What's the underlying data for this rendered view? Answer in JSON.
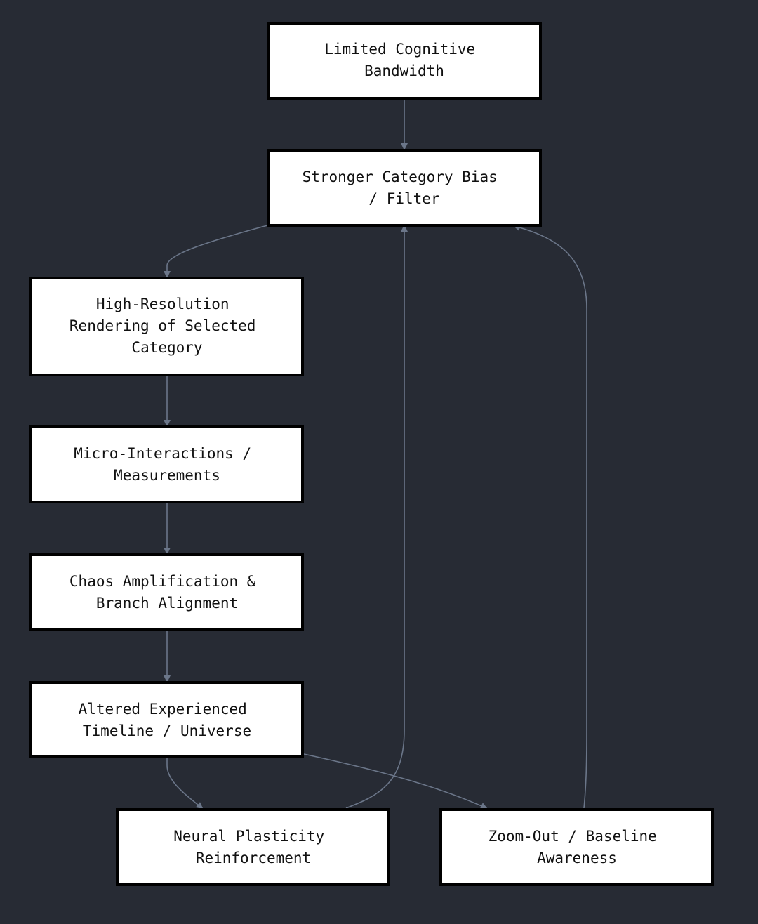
{
  "colors": {
    "background": "#272b34",
    "node_fill": "#ffffff",
    "node_border": "#000000",
    "edge": "#6b7689"
  },
  "nodes": [
    {
      "id": "limited",
      "lines": [
        "Limited Cognitive",
        "Bandwidth"
      ]
    },
    {
      "id": "bias",
      "lines": [
        "Stronger Category Bias",
        "/ Filter"
      ]
    },
    {
      "id": "highres",
      "lines": [
        "High-Resolution",
        "Rendering of Selected",
        "Category"
      ]
    },
    {
      "id": "micro",
      "lines": [
        "Micro-Interactions /",
        "Measurements"
      ]
    },
    {
      "id": "chaos",
      "lines": [
        "Chaos Amplification &",
        "Branch Alignment"
      ]
    },
    {
      "id": "altered",
      "lines": [
        "Altered Experienced",
        "Timeline / Universe"
      ]
    },
    {
      "id": "neural",
      "lines": [
        "Neural Plasticity",
        "Reinforcement"
      ]
    },
    {
      "id": "zoom",
      "lines": [
        "Zoom-Out / Baseline",
        "Awareness"
      ]
    }
  ],
  "edges": [
    {
      "from": "limited",
      "to": "bias"
    },
    {
      "from": "bias",
      "to": "highres"
    },
    {
      "from": "highres",
      "to": "micro"
    },
    {
      "from": "micro",
      "to": "chaos"
    },
    {
      "from": "chaos",
      "to": "altered"
    },
    {
      "from": "altered",
      "to": "neural"
    },
    {
      "from": "altered",
      "to": "zoom"
    },
    {
      "from": "neural",
      "to": "bias"
    },
    {
      "from": "zoom",
      "to": "bias"
    }
  ]
}
